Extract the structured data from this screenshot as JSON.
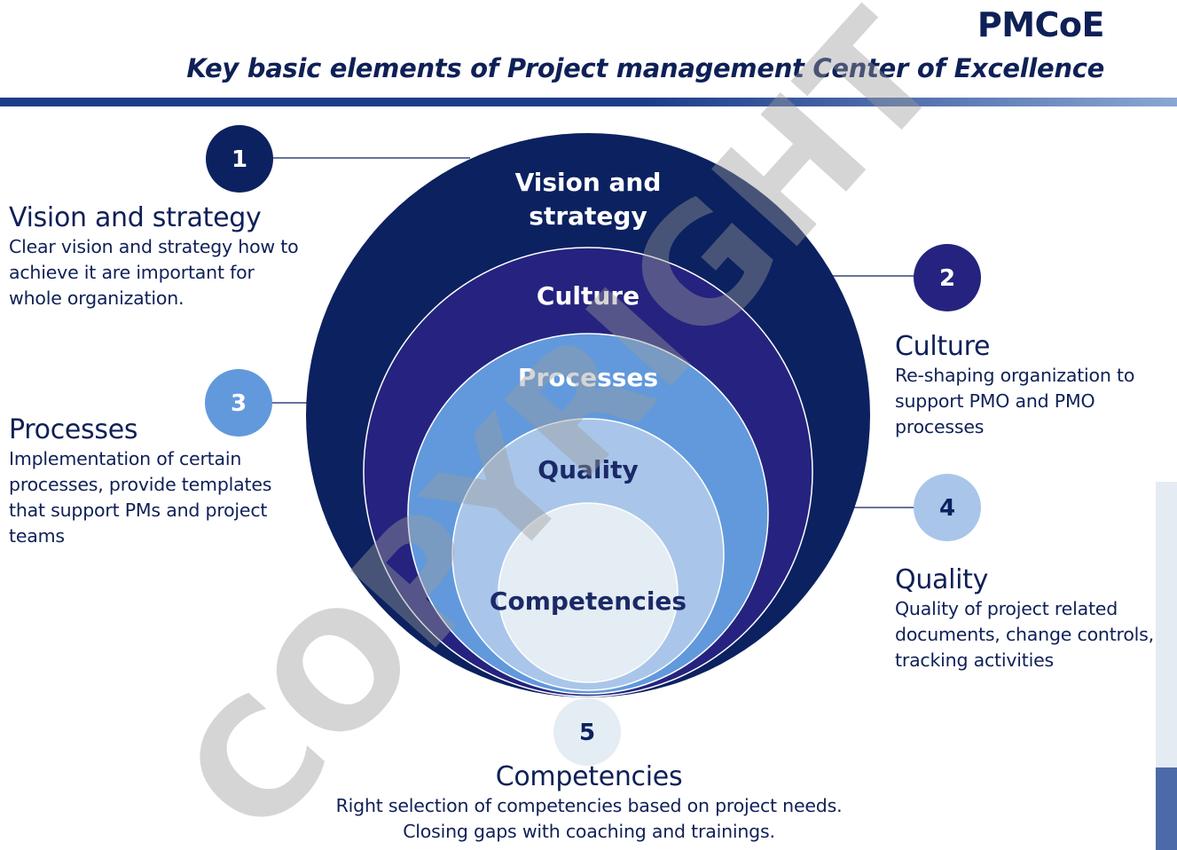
{
  "header": {
    "title": "PMCoE",
    "subtitle": "Key basic elements of Project management Center of Excellence"
  },
  "rings": [
    {
      "label_lines": [
        "Vision and",
        "strategy"
      ],
      "color": "#0c2160"
    },
    {
      "label_lines": [
        "Culture"
      ],
      "color": "#25237f"
    },
    {
      "label_lines": [
        "Processes"
      ],
      "color": "#6199dc"
    },
    {
      "label_lines": [
        "Quality"
      ],
      "color": "#a9c6ea"
    },
    {
      "label_lines": [
        "Competencies"
      ],
      "color": "#e4ecf4"
    }
  ],
  "elements": [
    {
      "number": "1",
      "heading": "Vision and strategy",
      "text": "Clear vision and strategy how to achieve it are important for whole organization.",
      "badge_color": "#0c2160"
    },
    {
      "number": "2",
      "heading": "Culture",
      "text": "Re-shaping organization to support PMO and PMO processes",
      "badge_color": "#25237f"
    },
    {
      "number": "3",
      "heading": "Processes",
      "text": "Implementation of certain processes, provide templates that support PMs and project teams",
      "badge_color": "#6199dc"
    },
    {
      "number": "4",
      "heading": "Quality",
      "text": "Quality of project related documents, change controls, tracking activities",
      "badge_color": "#a9c6ea"
    },
    {
      "number": "5",
      "heading": "Competencies",
      "text": "Right selection of competencies based on project needs. Closing gaps with coaching and trainings.",
      "badge_color": "#e4ecf4"
    }
  ],
  "watermark": "COPYRIGHT",
  "colors": {
    "text_dark": "#0f2057",
    "header_rule": "#1d3d8a",
    "ring_outline": "#ffffff"
  }
}
